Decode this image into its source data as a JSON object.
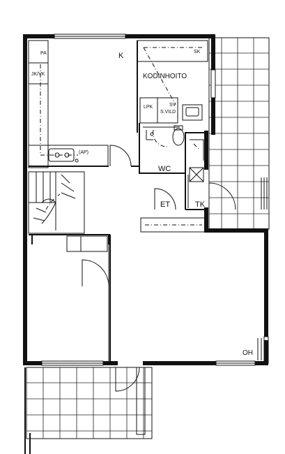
{
  "rooms": {
    "pa": "PA",
    "jk_vk": "JK/VK",
    "k": "K",
    "sk": "SK",
    "kodinhoito": "KODINHOITO",
    "lpk": "LPK",
    "sv": "SV",
    "s_vild": "S.VILD",
    "ap": "(AP)",
    "wc": "WC",
    "et": "ET",
    "tk": "TK",
    "oh": "OH"
  }
}
